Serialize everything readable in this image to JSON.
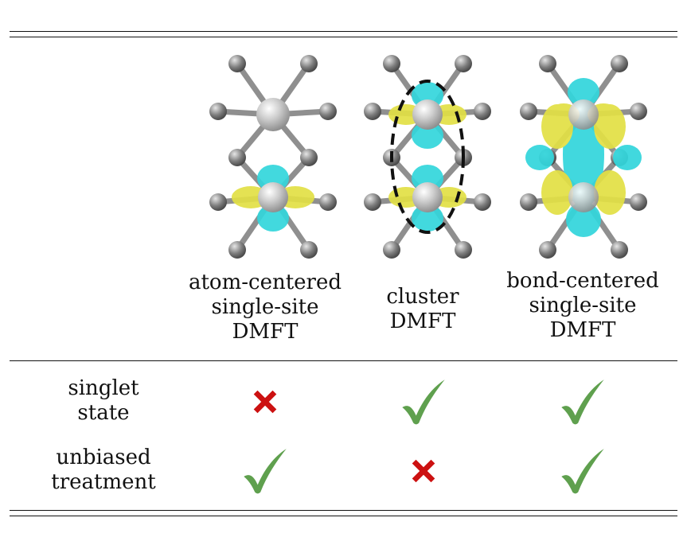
{
  "columns": [
    {
      "label_lines": [
        "atom-centered",
        "single-site",
        "DMFT"
      ]
    },
    {
      "label_lines": [
        "cluster",
        "DMFT"
      ]
    },
    {
      "label_lines": [
        "bond-centered",
        "single-site",
        "DMFT"
      ]
    }
  ],
  "rows": [
    {
      "label_lines": [
        "singlet",
        "state"
      ],
      "marks": [
        "cross",
        "check",
        "check"
      ]
    },
    {
      "label_lines": [
        "unbiased",
        "treatment"
      ],
      "marks": [
        "check",
        "cross",
        "check"
      ]
    }
  ],
  "colors": {
    "check": "#5fa04e",
    "cross": "#cc1111",
    "orbital_cyan": "#33d6dc",
    "orbital_yellow": "#e2e045",
    "atom_gray": "#8a8a8a"
  }
}
